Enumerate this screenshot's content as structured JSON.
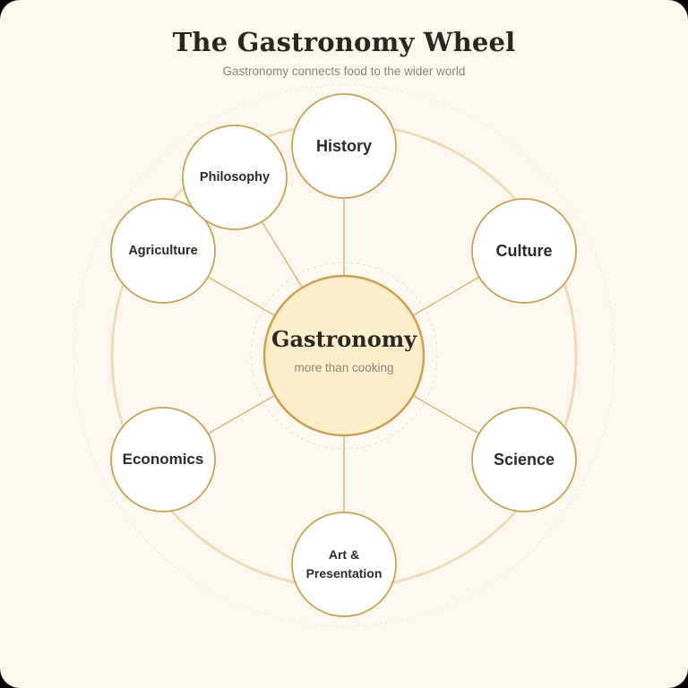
{
  "header": {
    "title": "The Gastronomy Wheel",
    "subtitle": "Gastronomy connects food to the wider world"
  },
  "center": {
    "title": "Gastronomy",
    "subtitle": "more than cooking"
  },
  "spokes": [
    {
      "id": "history",
      "label": "History"
    },
    {
      "id": "culture",
      "label": "Culture"
    },
    {
      "id": "science",
      "label": "Science"
    },
    {
      "id": "art-presentation",
      "label": "Art &\nPresentation"
    },
    {
      "id": "economics",
      "label": "Economics"
    },
    {
      "id": "agriculture",
      "label": "Agriculture"
    },
    {
      "id": "philosophy",
      "label": "Philosophy"
    }
  ],
  "colors": {
    "background": "#fcf8f0",
    "node_fill": "#ffffff",
    "node_stroke": "#c9a24e",
    "center_fill": "#fdeecb",
    "ring": "#ecdcb8",
    "connector": "#d7bd83"
  }
}
